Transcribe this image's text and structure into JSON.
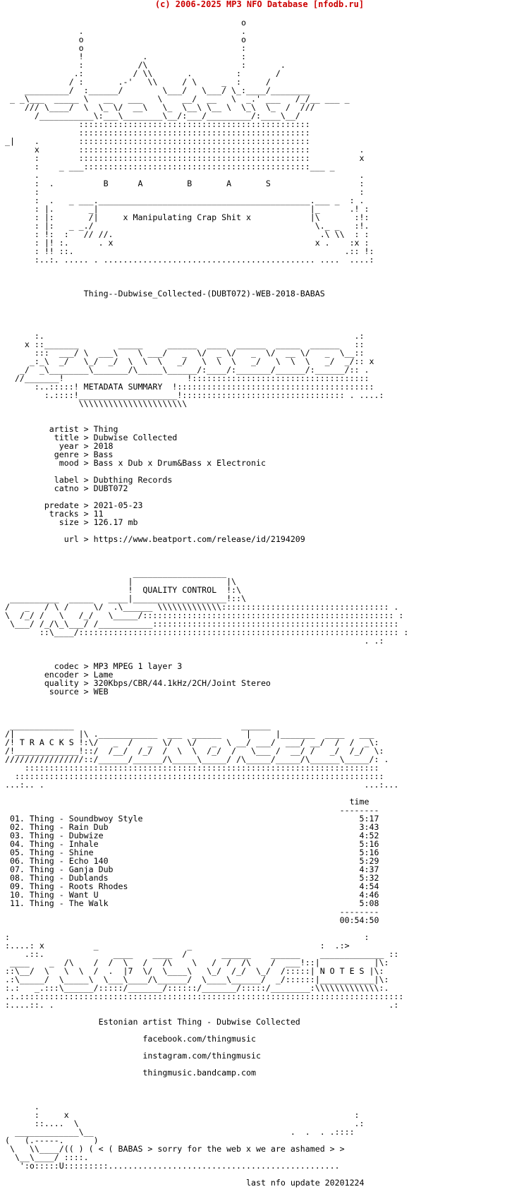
{
  "header": "(c) 2006-2025 MP3 NFO Database [nfodb.ru]",
  "nfo_lines": [
    "",
    "                                                 o",
    "                .                                .",
    "                o                                o",
    "                o                                :",
    "                !            .                   :",
    "                :           /\\                   :       .",
    "               .:          / \\\\       .         :       /",
    "              / :       .-'   \\\\     / \\     _  :     /",
    "     _________/  :______/        \\___/   \\___/ \\_:____/________",
    "  _ _\\___  _____ \\   __   ___   \\    __/  __   \\  _.' ___   /_/__ ___ _",
    "     /// \\____/  \\  \\_ \\/  __\\   \\_  \\__\\ \\__ \\  \\_\\  \\_  /  ///",
    "       /___________\\:___\\________\\__/:___/_________/:____\\__/",
    "                :::::::::::::::::::::::::::::::::::::::::::::::",
    "                :::::::::::::::::::::::::::::::::::::::::::::::",
    " _|    .        :::::::::::::::::::::::::::::::::::::::::::::::",
    "       x        :::::::::::::::::::::::::::::::::::::::::::::::          .",
    "       :        :::::::::::::::::::::::::::::::::::::::::::::::          x",
    "       :    _ ___::::::::::::::::::::::::::::::::::::::::::::::___ _",
    "       .                                                                 .",
    "       :  .          B      A         B       A       S                  :",
    "       :                                                                 :",
    "       :  .   _ ___.___________________________________________.___ _  : .",
    "       : |.       _|                                           |_      .! :",
    "       : |:       /|     x Manipulating Crap Shit x            |\\       :!:",
    "       : |:   _ _./                                             \\._ _   :!.",
    "       : !:  :   // //.                                          .\\ \\\\  : :",
    "       : |! :.      . x                                         x .    :x :",
    "       : !! ::.                                                       .:: !:",
    "       :..:. ..... . ........................................... ....  ....:",
    "",
    "",
    "",
    "                 Thing--Dubwise_Collected-(DUBT072)-WEB-2018-BABAS",
    "",
    "",
    "",
    "",
    "       :.                                                               .:",
    "     x ::_______        _____     ______  ____  ______  _____  ______   ::",
    "       :::  ___/ \\  ___\\    \\ ___/   _  \\/  _ \\/   _  \\/  __ \\/   _  \\__::",
    "      _:_\\  _/   \\_/  _/  \\  \\  \\   _/   \\  \\  \\   _/   \\  \\  \\   _/  _/:: x",
    "    _/  _\\________\\_______/\\_____\\______/:____/:_______/______/:______/:: .",
    "   //_______!                         !::::::::::::::::::::::::::::::::::::",
    "       :..:::::! METADATA SUMMARY  !::::::::::::::::::::::::::::::::::::::::",
    "         :.::::!____________________!::::::::::::::::::::::::::::::::: . ....:",
    "                \\\\\\\\\\\\\\\\\\\\\\\\\\\\\\\\\\\\\\\\\\\\",
    "",
    "",
    "          artist > Thing",
    "           title > Dubwise Collected",
    "            year > 2018",
    "           genre > Bass",
    "            mood > Bass x Dub x Drum&Bass x Electronic",
    "",
    "           label > Dubthing Records",
    "           catno > DUBT072",
    "",
    "         predate > 2021-05-23",
    "          tracks > 11",
    "            size > 126.17 mb",
    "",
    "             url > https://www.beatport.com/release/id/2194209",
    "",
    "",
    "",
    "                           ___________________",
    "                          |                   |\\",
    "                          !  QUALITY CONTROL  !:\\",
    "  __________  _____   ____|___________________!::\\",
    " /   _   / \\ /     \\/  .\\______ \\\\\\\\\\\\\\\\\\\\\\\\\\:::::::::::::::::::::::::::::::::: .",
    " \\  /_/ /   \\   /_/   \\_____/::::::::::::::::::::::::::::::::::::::::::::::::::: :",
    "  \\___/ /_/\\_\\___/ /___________::::::::::::::::::::::::::::::::::::::::::::::::::",
    "        ::\\____/::::::::::::::::::::::::::::::::::::::::::::::::::::::::::::::::: :",
    "                                                                          . .:",
    "",
    "",
    "           codec > MP3 MPEG 1 layer 3",
    "         encoder > Lame",
    "         quality > 320Kbps/CBR/44.1kHz/2CH/Joint Stereo",
    "          source > WEB",
    "",
    "",
    "",
    "  _____________                                  ______",
    " /|             |\\ .____________  ___  ______     |     |_______  ____   ___",
    " /! T R A C K S !:\\/   _  /   _  \\/   \\/   _  \\ __/ ___/  ___/ __/  /  /  _\\:",
    " /!_____________!::/  /__/  /_/  /  \\  \\  /_/  /   \\___ /  __/ /   _/  /_/  \\:",
    " ////////////////::/______/______/\\_____\\_____/ /\\_____/_____/\\______\\_____/: .",
    "     ::::::::::::::::::::::::::::::::::::::::::::::::::::::::::::::::::::::::",
    "   :::::::::::::::::::::::::::::::::::::::::::::::::::::::::::::::::::::::::::",
    " ...:.. .                                                                 ...:...",
    "",
    "                                                                       time",
    "                                                                     --------",
    "  01. Thing - Soundbwoy Style                                            5:17",
    "  02. Thing - Rain Dub                                                   3:43",
    "  03. Thing - Dubwize                                                    4:52",
    "  04. Thing - Inhale                                                     5:16",
    "  05. Thing - Shine                                                      5:16",
    "  06. Thing - Echo 140                                                   5:29",
    "  07. Thing - Ganja Dub                                                  4:37",
    "  08. Thing - Dublands                                                   5:32",
    "  09. Thing - Roots Rhodes                                               4:54",
    "  10. Thing - Want U                                                     4:46",
    "  11. Thing - The Walk                                                   5:08",
    "                                                                     --------",
    "                                                                     00:54:50",
    "",
    " :                                                                        :",
    " :....: x          _                  _                          :  .:>",
    "     .::.              ____    ____  /       ______    ______    _____________ ::",
    "  ____    _  /\\    /  /  \\   /   /\\    \\   /  /  /\\    /  ___!::|           |\\:",
    " ::\\__/  \\   \\  \\  /  .  |7  \\/  \\____\\   \\_/  /_/  \\_/  /:::::| N O T E S |\\:",
    " .:\\_____/  \\_____\\  \\___\\____/\\______/  \\____\\______/  _/::::::|___________|\\:",
    " :.:   _.:::\\______/:::::/_______/::::::/_______/:::::/________:\\\\\\\\\\\\\\\\\\\\\\\\\\:.",
    " .:.::::::::::::::::::::::::::::::::::::::::::::::::::::::::::::::::::::::::::::::",
    " :....::. .                                                                    .:",
    "",
    "                    Estonian artist Thing - Dubwise Collected",
    "",
    "                             facebook.com/thingmusic",
    "",
    "                             instagram.com/thingmusic",
    "",
    "                             thingmusic.bandcamp.com",
    "",
    "",
    "",
    "       .",
    "       :     x                                                          :",
    "       ::....  \\                                                        .:",
    "   _____________\\__                                        .  .  . .::::",
    " (   (.-----.      )",
    "  \\   \\\\____/(( ) ( < ( BABAS > sorry for the web x we are ashamed > >",
    "   \\__\\____/ ::::.",
    "    ':o:::::U:::::::::...............................................",
    "",
    "                                                  last nfo update 20201224"
  ]
}
